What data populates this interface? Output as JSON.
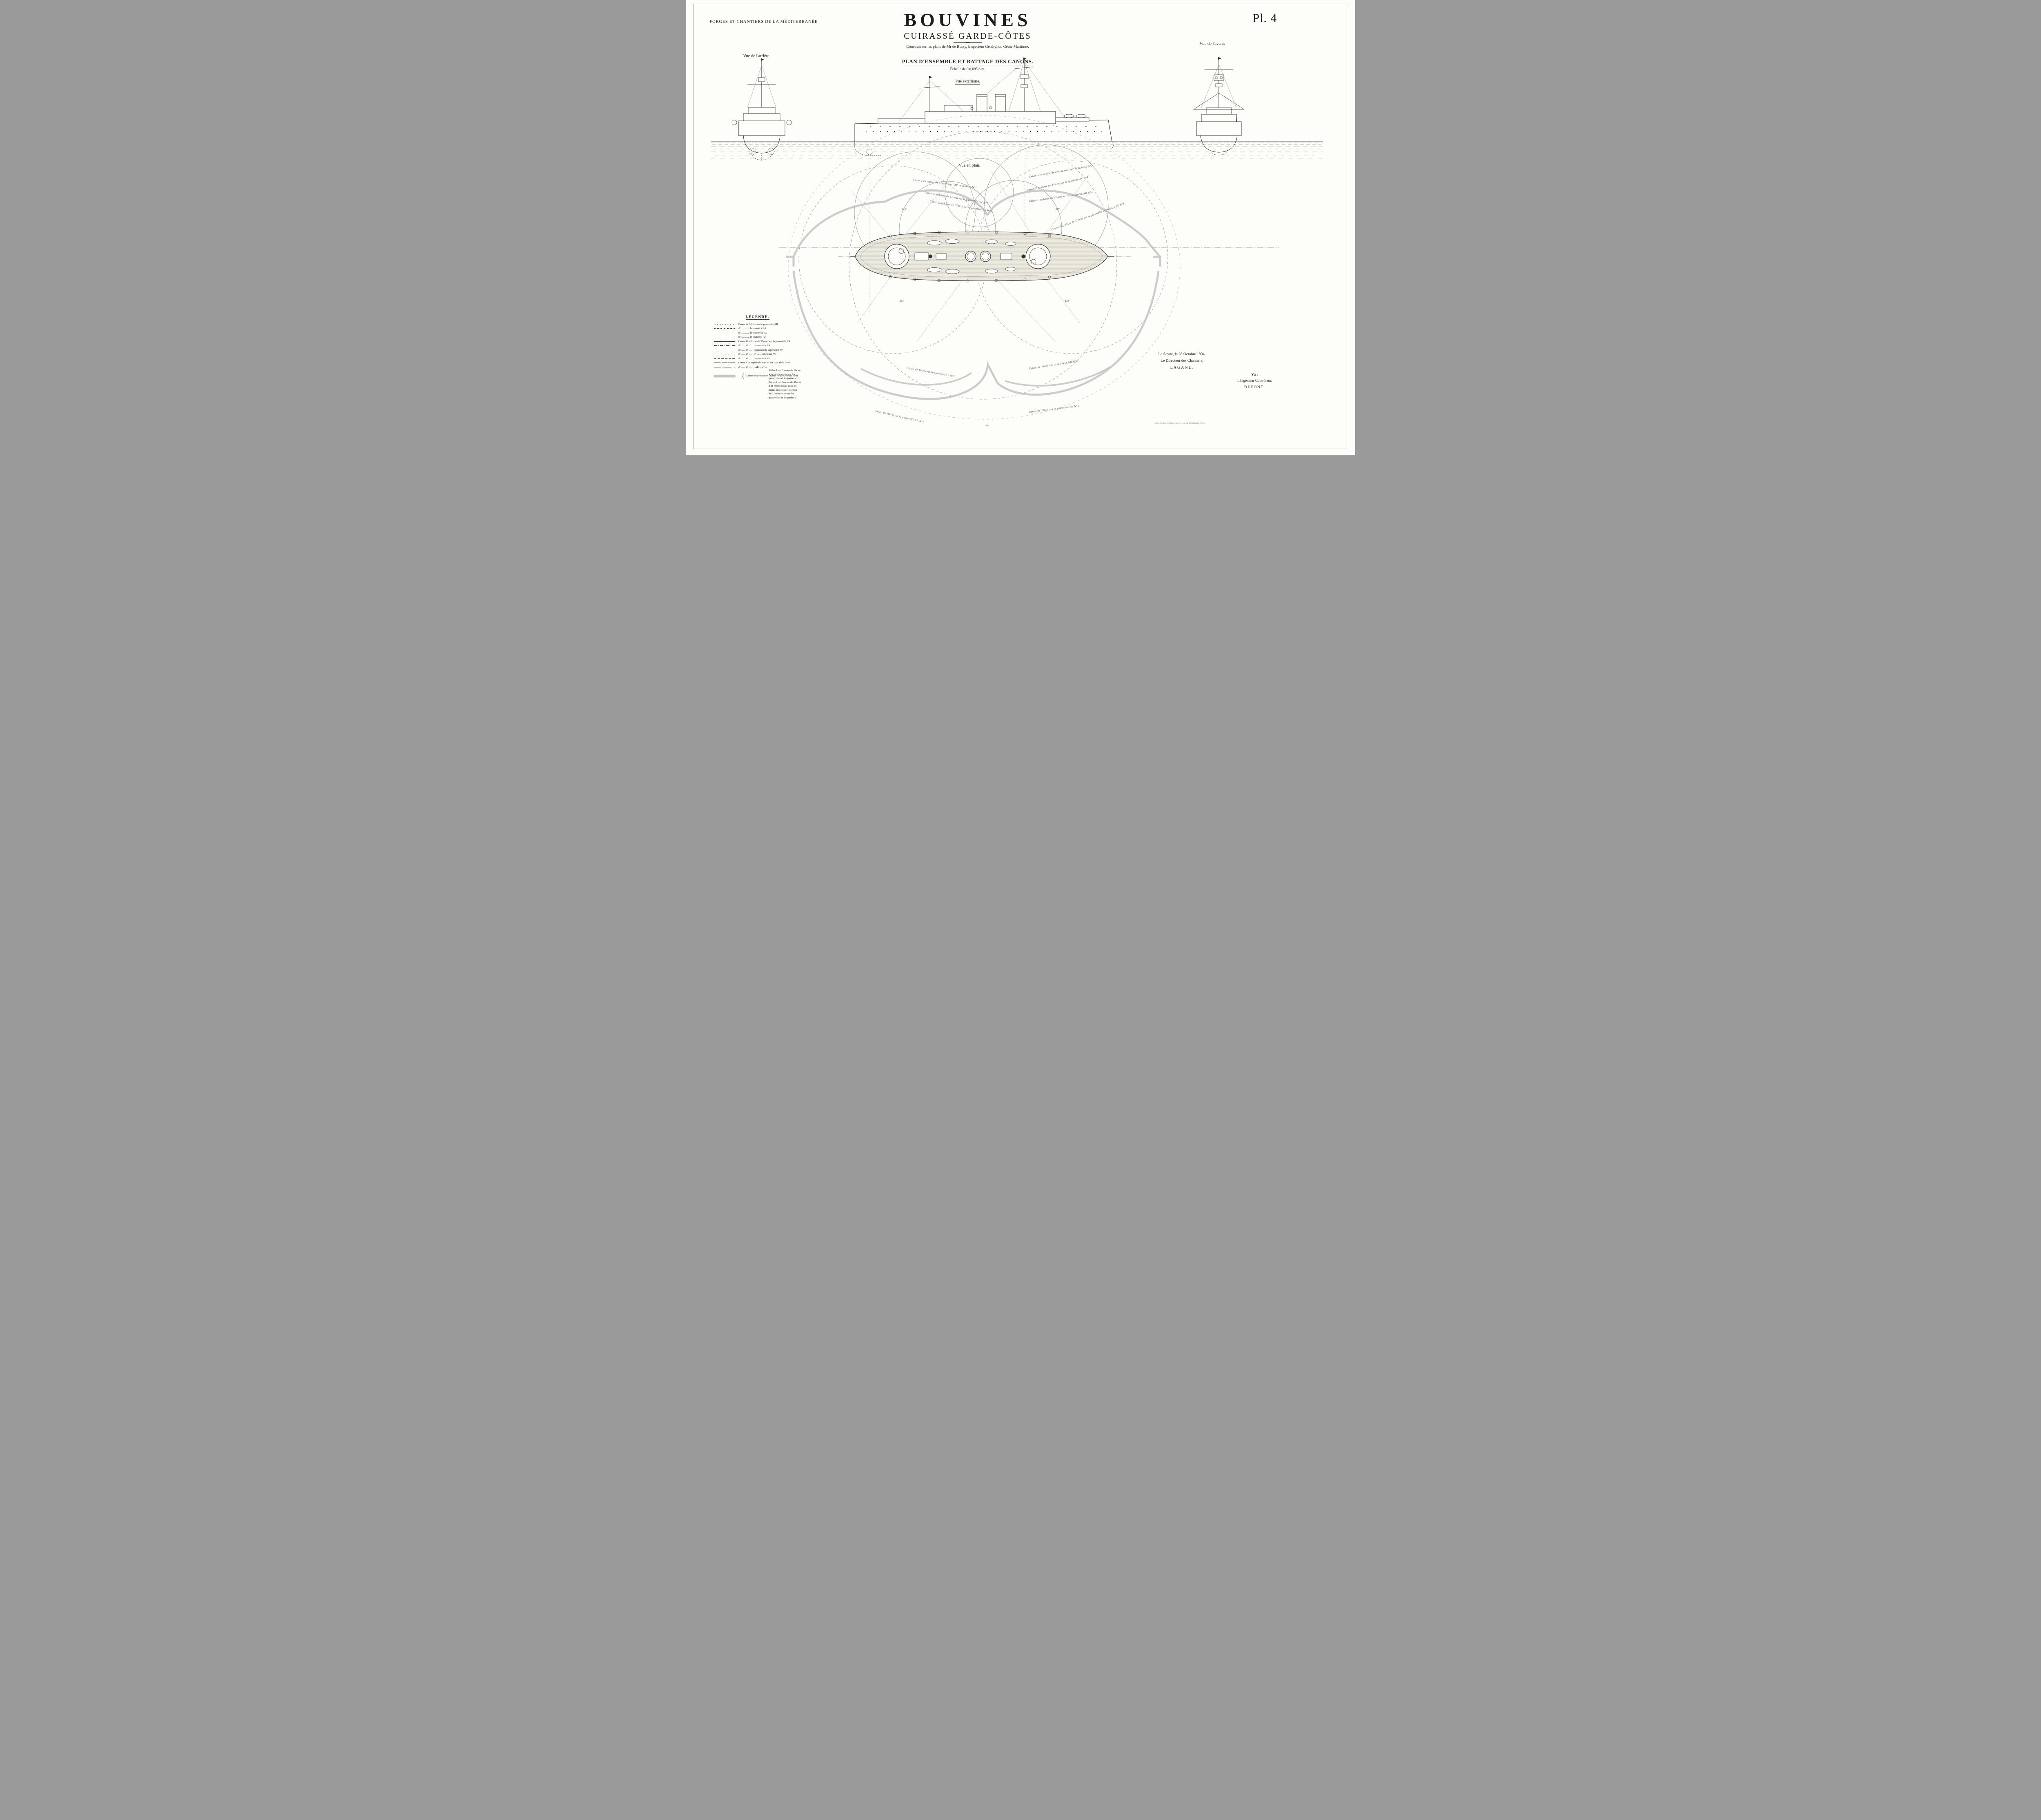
{
  "header": {
    "company": "FORGES ET CHANTIERS DE LA MÉDITERRANÉE",
    "plate": "Pl. 4",
    "title": "BOUVINES",
    "subtitle": "CUIRASSÉ GARDE-CÔTES",
    "credit": "Construit sur les plans de Mr de Bussy, Inspecteur Général du Génie Maritime.",
    "plan_title": "PLAN D'ENSEMBLE ET BATTAGE DES CANONS.",
    "scale_note": "Échelle de 0m,005 p/m.",
    "exterior_note": "Vue extérieure."
  },
  "views": {
    "stern_label": "Vue de l'arrière.",
    "bow_label": "Vue de l'avant.",
    "plan_label": "Vue en plan."
  },
  "plan": {
    "arc_labels": [
      {
        "text": "Canon à tir rapide de 47m/m sur l'AV de la hune N°1"
      },
      {
        "text": "Canon à tir rapide de 47m/m sur l'AV de la hune N°2"
      },
      {
        "text": "Canon Hotchkiss de 37m/m sur le spardeck AV N°4"
      },
      {
        "text": "Canon Hotchkiss de 37m/m sur la passerelle AV N°2"
      },
      {
        "text": "Canon Hotchkiss de 37m/m sur le spardeck AR N°2"
      },
      {
        "text": "Canon Hotchkiss de 37m/m sur la passerelle AR N°4"
      },
      {
        "text": "Canon Hotchkiss de 37m/m sur la passerelle supérieure AV N°8"
      },
      {
        "text": "Canon de 10c/m sur le spardeck AV N°2"
      },
      {
        "text": "Canon de 10c/m sur le spardeck AR N°4"
      },
      {
        "text": "Canon de 10c/m sur la passerelle AR N°1"
      },
      {
        "text": "Canon de 10c/m sur la passerelle AV N°3"
      }
    ],
    "angles": [
      "154°",
      "120°",
      "125°",
      "134°"
    ]
  },
  "legend": {
    "title": "LÉGENDE.",
    "items": [
      "Canon de 10c/m sur la passerelle AR",
      "d° ............ le spardeck AR",
      "d° ............ la passerelle AV",
      "d° ............ le spardeck AV",
      "Canon Hotchkiss de 37m/m sur la passerelle AR",
      "d° ...... d° ...... le spardeck AR",
      "d° ...... d° ...... la passerelle supérieure AV",
      "d° ...... d° ...... d° ...... inférieure AV",
      "d° ...... d° ...... le spardeck AV",
      "Canon à tir rapide de 47m/m sur l'AV de la hune",
      "d° ...... d° ...... l'AR ... d° ..."
    ],
    "protection_note": "Limite de protection la plus rapprochée du bord.",
    "side_note": "Tribord. — Canons de 10c/m\nà tir rapide situés sur les\npasserelles et le spardeck.\nBâbord. — Canons de 47m/m\nà tir rapide situés dans les\nhunes et canons Hotchkiss\nde 37m/m situés sur les\npasserelles et le spardeck."
  },
  "signature": {
    "place_date": "La Seyne, le 28 Octobre 1894.",
    "director_line": "Le Directeur des Chantiers,",
    "director_name": "LAGANE.",
    "vu": "Vu :",
    "controller_line": "L'Ingénieur Contrôleur,",
    "controller_name": "DUPONT."
  },
  "imprint": "Grav. & Imp. L. Courtier, 43, rue de Dunkerque, Paris."
}
